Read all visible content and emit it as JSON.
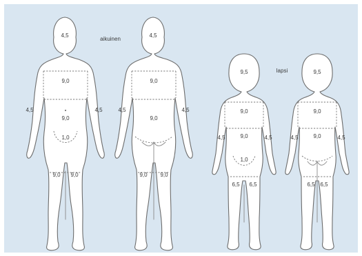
{
  "captions": {
    "adult": "aikuinen",
    "child": "lapsi"
  },
  "adult_front": {
    "head": "4,5",
    "chest": "9,0",
    "abdomen": "9,0",
    "groin": "1,0",
    "left_arm": "4,5",
    "right_arm": "4,5",
    "left_leg": "9,0",
    "right_leg": "9,0"
  },
  "adult_back": {
    "head": "4,5",
    "upper_back": "9,0",
    "lower_back": "9,0",
    "left_arm": "4,5",
    "right_arm": "4,5",
    "left_leg": "9,0",
    "right_leg": "9,0"
  },
  "child_front": {
    "head": "9,5",
    "chest": "9,0",
    "abdomen": "9,0",
    "groin": "1,0",
    "left_arm": "4,5",
    "right_arm": "4,5",
    "left_leg": "6,5",
    "right_leg": "6,5"
  },
  "child_back": {
    "head": "9,5",
    "upper_back": "9,0",
    "lower_back": "9,0",
    "left_arm": "4,5",
    "right_arm": "4,5",
    "left_leg": "6,5",
    "right_leg": "6,5"
  },
  "colors": {
    "background": "#d9e6f1",
    "outline": "#6c6c6c",
    "fill": "#ffffff"
  }
}
